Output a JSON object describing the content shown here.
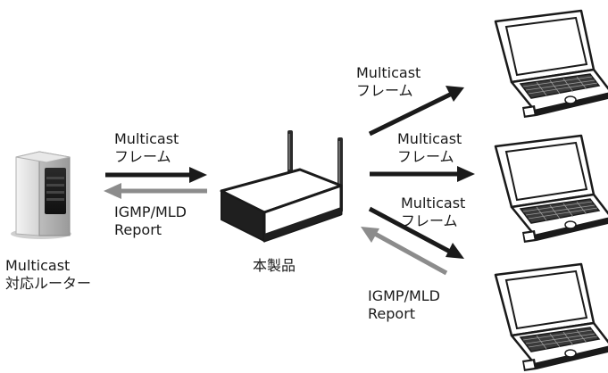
{
  "diagram": {
    "router": {
      "line1": "Multicast",
      "line2": "対応ルーター"
    },
    "product": {
      "label": "本製品"
    },
    "left_forward": {
      "line1": "Multicast",
      "line2": "フレーム"
    },
    "left_report": {
      "line1": "IGMP/MLD",
      "line2": "Report"
    },
    "right_top": {
      "line1": "Multicast",
      "line2": "フレーム"
    },
    "right_middle": {
      "line1": "Multicast",
      "line2": "フレーム"
    },
    "right_bottom": {
      "line1": "Multicast",
      "line2": "フレーム"
    },
    "right_report": {
      "line1": "IGMP/MLD",
      "line2": "Report"
    },
    "colors": {
      "frame_arrow": "#1a1a1a",
      "report_arrow": "#8c8c8c"
    }
  }
}
